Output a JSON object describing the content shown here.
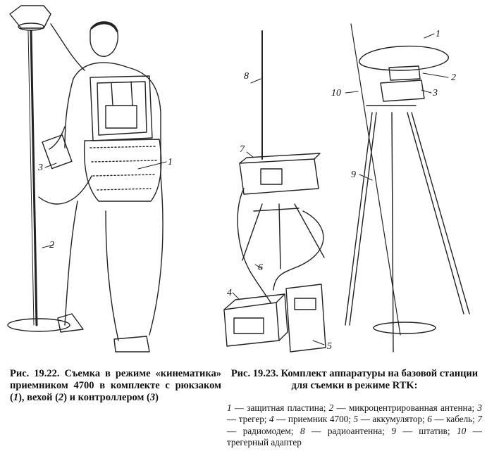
{
  "figure_left": {
    "labels": [
      "1",
      "2",
      "3"
    ]
  },
  "figure_right": {
    "labels": [
      "1",
      "2",
      "3",
      "4",
      "5",
      "6",
      "7",
      "8",
      "9",
      "10"
    ]
  },
  "caption_left": {
    "prefix": "Рис. 19.22. Съемка в режиме «кинематика» приемником 4700 в комплекте с рюкзаком (",
    "n1": "1",
    "mid1": "), вехой (",
    "n2": "2",
    "mid2": ") и контроллером (",
    "n3": "3",
    "suffix": ")"
  },
  "caption_right": {
    "title": "Рис. 19.23. Комплект аппаратуры на базовой станции для съемки в режиме RTK:",
    "legend": [
      {
        "num": "1",
        "text": " — защитная пластина; "
      },
      {
        "num": "2",
        "text": " — микроцентрированная антенна; "
      },
      {
        "num": "3",
        "text": " — трегер; "
      },
      {
        "num": "4",
        "text": " — приемник 4700; "
      },
      {
        "num": "5",
        "text": " — аккумулятор; "
      },
      {
        "num": "6",
        "text": " — кабель; "
      },
      {
        "num": "7",
        "text": " — радиомодем; "
      },
      {
        "num": "8",
        "text": " — радиоантенна; "
      },
      {
        "num": "9",
        "text": " — штатив; "
      },
      {
        "num": "10",
        "text": " — трегерный адаптер"
      }
    ]
  }
}
